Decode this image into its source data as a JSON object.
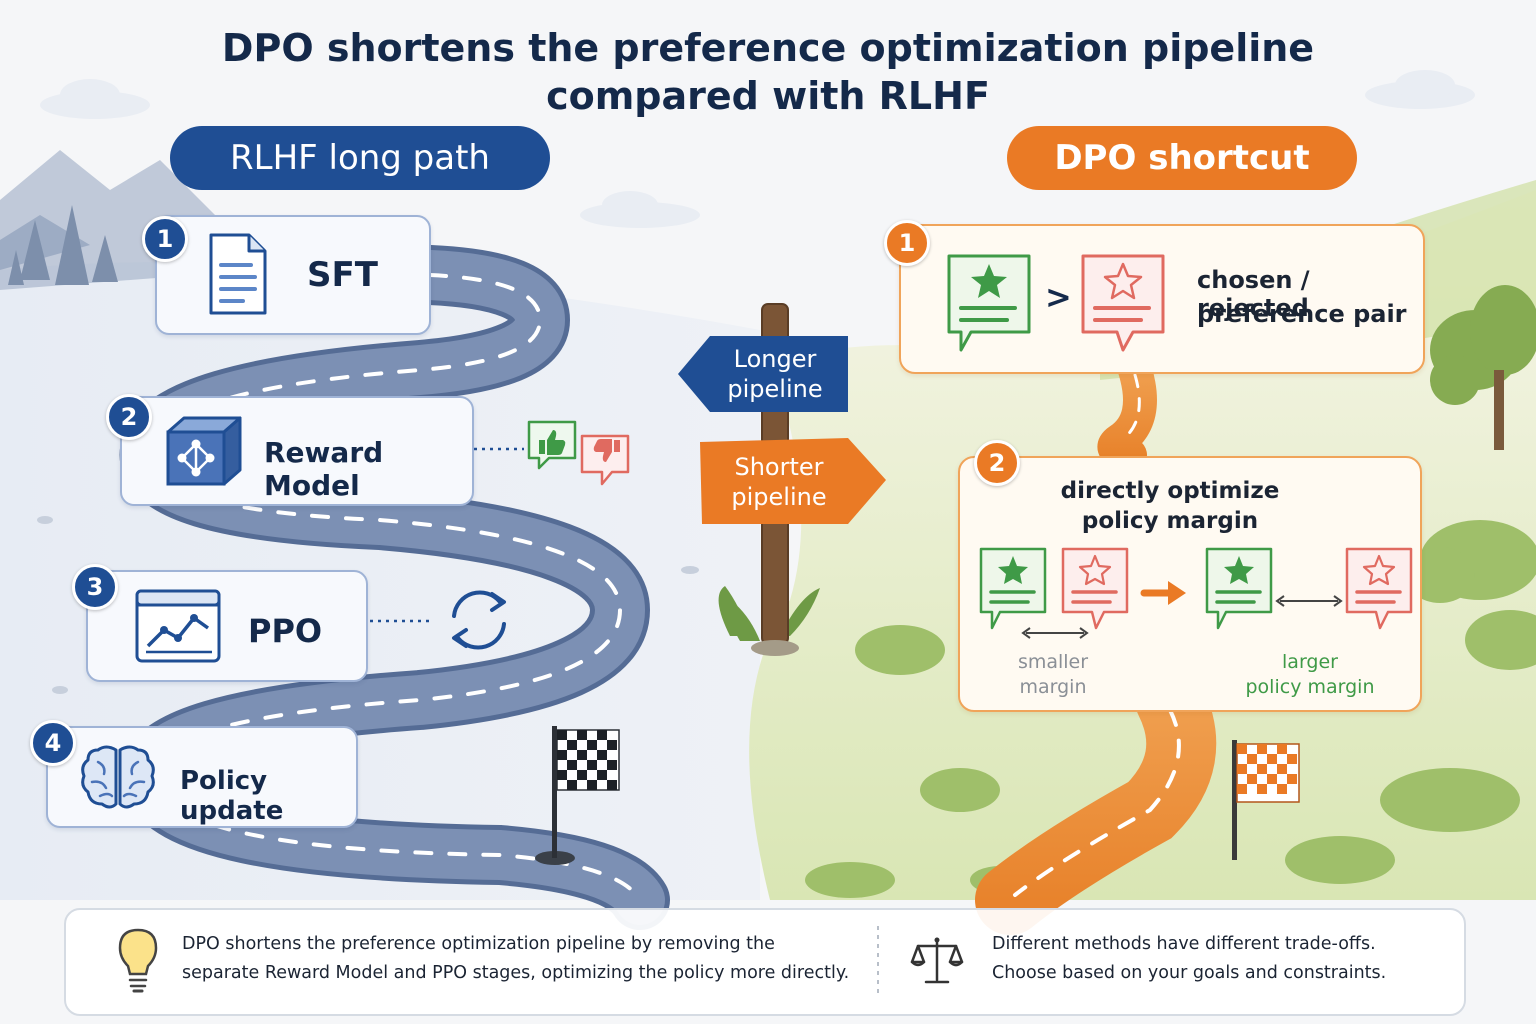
{
  "title": {
    "line1": "DPO shortens the preference optimization pipeline",
    "line2": "compared with RLHF"
  },
  "rlhf": {
    "header": "RLHF long path",
    "accent_color": "#1f4e94",
    "steps": [
      {
        "number": "1",
        "label": "SFT",
        "icon": "document-icon"
      },
      {
        "number": "2",
        "label": "Reward Model",
        "icon": "network-cube-icon",
        "extra_icons": [
          "thumbs-up-icon",
          "thumbs-down-icon"
        ]
      },
      {
        "number": "3",
        "label": "PPO",
        "icon": "line-chart-window-icon",
        "extra_icons": [
          "refresh-cycle-icon"
        ]
      },
      {
        "number": "4",
        "label": "Policy update",
        "icon": "brain-icon"
      }
    ],
    "finish": "checkered-flag-icon"
  },
  "signpost": {
    "longer": {
      "line1": "Longer",
      "line2": "pipeline",
      "color": "#1f4e94"
    },
    "shorter": {
      "line1": "Shorter",
      "line2": "pipeline",
      "color": "#ea7a25"
    }
  },
  "dpo": {
    "header": "DPO shortcut",
    "accent_color": "#ea7a25",
    "step1": {
      "number": "1",
      "comparator": ">",
      "label_line1": "chosen / rejected",
      "label_line2": "preference pair",
      "icons": [
        "chosen-star-card-icon",
        "rejected-star-card-icon"
      ]
    },
    "step2": {
      "number": "2",
      "title_line1": "directly optimize",
      "title_line2": "policy margin",
      "smaller_margin": {
        "line1": "smaller",
        "line2": "margin"
      },
      "larger_margin": {
        "line1": "larger",
        "line2": "policy margin"
      }
    },
    "finish": "checkered-flag-icon"
  },
  "colors": {
    "chosen": "#3f9a47",
    "rejected": "#e06a60",
    "navy": "#14294a"
  },
  "footer": {
    "left_icon": "lightbulb-icon",
    "left_line1": "DPO shortens the preference optimization pipeline by removing the",
    "left_line2": "separate Reward Model and PPO stages, optimizing the policy more directly.",
    "right_icon": "balance-scale-icon",
    "right_line1": "Different methods have different trade-offs.",
    "right_line2": "Choose based on your goals and constraints."
  }
}
